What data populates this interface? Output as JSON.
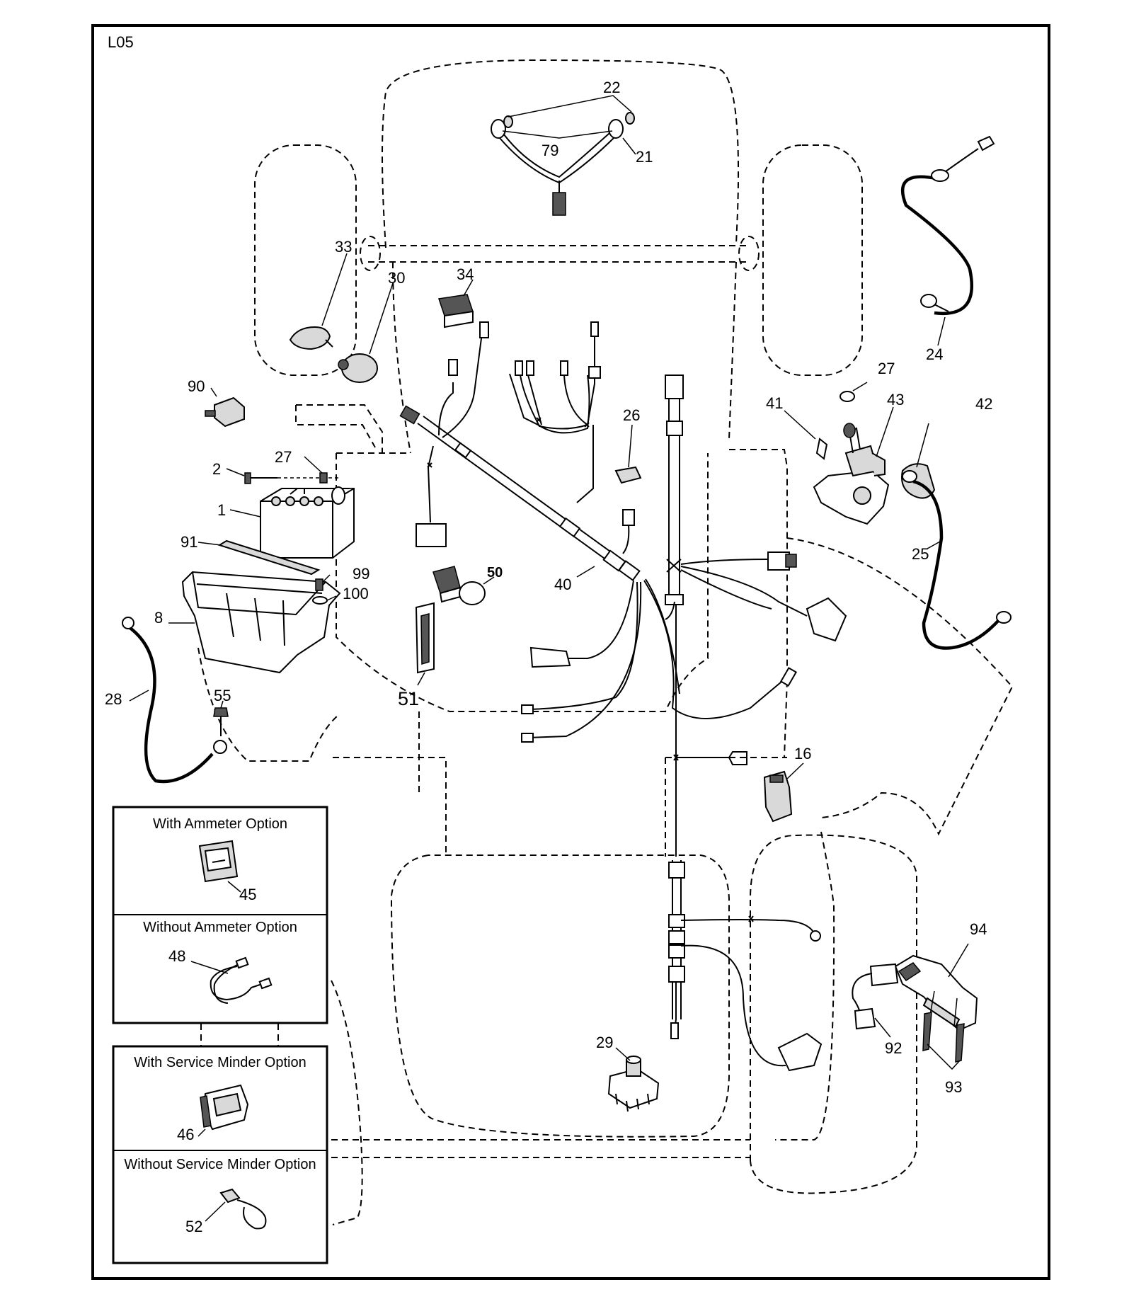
{
  "diagram": {
    "page_code": "L05",
    "callouts": {
      "p22": "22",
      "p79": "79",
      "p21": "21",
      "p33": "33",
      "p30": "30",
      "p34": "34",
      "p24": "24",
      "p27a": "27",
      "p41": "41",
      "p43": "43",
      "p42": "42",
      "p25": "25",
      "p90": "90",
      "p26": "26",
      "p2": "2",
      "p27b": "27",
      "p1": "1",
      "p91": "91",
      "p99": "99",
      "p100": "100",
      "p8": "8",
      "p50": "50",
      "p40": "40",
      "p51": "51",
      "p28": "28",
      "p55": "55",
      "p16": "16",
      "p45": "45",
      "p48": "48",
      "p46": "46",
      "p52": "52",
      "p94": "94",
      "p92": "92",
      "p93": "93",
      "p29": "29"
    },
    "options": {
      "with_ammeter": "With Ammeter Option",
      "without_ammeter": "Without Ammeter Option",
      "with_service_minder": "With Service Minder Option",
      "without_service_minder": "Without Service Minder Option"
    }
  }
}
